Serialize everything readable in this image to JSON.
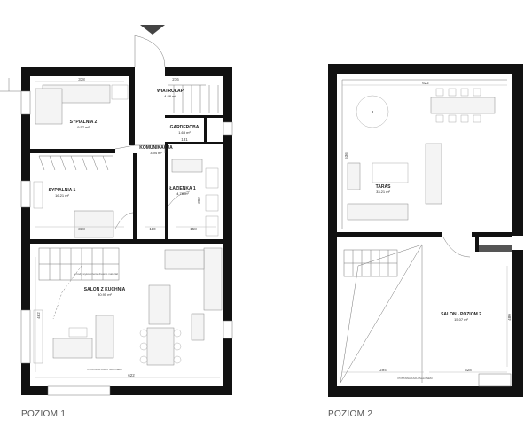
{
  "levels": [
    {
      "label": "POZIOM 1",
      "rooms": [
        {
          "id": "sypialnia-2",
          "name": "SYPIALNIA 2",
          "area": "9.57 m²"
        },
        {
          "id": "wiatrolap",
          "name": "WIATROŁAP",
          "area": "4.88 m²"
        },
        {
          "id": "garderoba",
          "name": "GARDEROBA",
          "area": "1.63 m²"
        },
        {
          "id": "komunikacja",
          "name": "KOMUNIKACJA",
          "area": "3.94 m²"
        },
        {
          "id": "sypialnia-1",
          "name": "SYPIALNIA 1",
          "area": "16.21 m²"
        },
        {
          "id": "lazienka-1",
          "name": "ŁAZIENKA 1",
          "area": "4.78 m²"
        },
        {
          "id": "salon-z-kuchnia",
          "name": "SALON Z KUCHNIĄ",
          "area": "30.95 m²"
        }
      ],
      "dimensions": [
        "338",
        "276",
        "131",
        "338",
        "110",
        "158",
        "462",
        "622",
        "302"
      ],
      "notes": {
        "stairs_note": "schody wykończenie drewno materiał",
        "floor_note": "POSTAWA KAFLI SALONEM"
      }
    },
    {
      "label": "POZIOM 2",
      "rooms": [
        {
          "id": "taras",
          "name": "TARAS",
          "area": "33.21 m²"
        },
        {
          "id": "salon-poziom-2",
          "name": "SALON - POZIOM 2",
          "area": "15.07 m²"
        }
      ],
      "dimensions": [
        "622",
        "536",
        "294",
        "328",
        "480"
      ],
      "notes": {
        "floor_note": "POSTAWA KAFLI SALONEM"
      }
    }
  ],
  "icons": {
    "entrance": "entrance-arrow-icon"
  }
}
